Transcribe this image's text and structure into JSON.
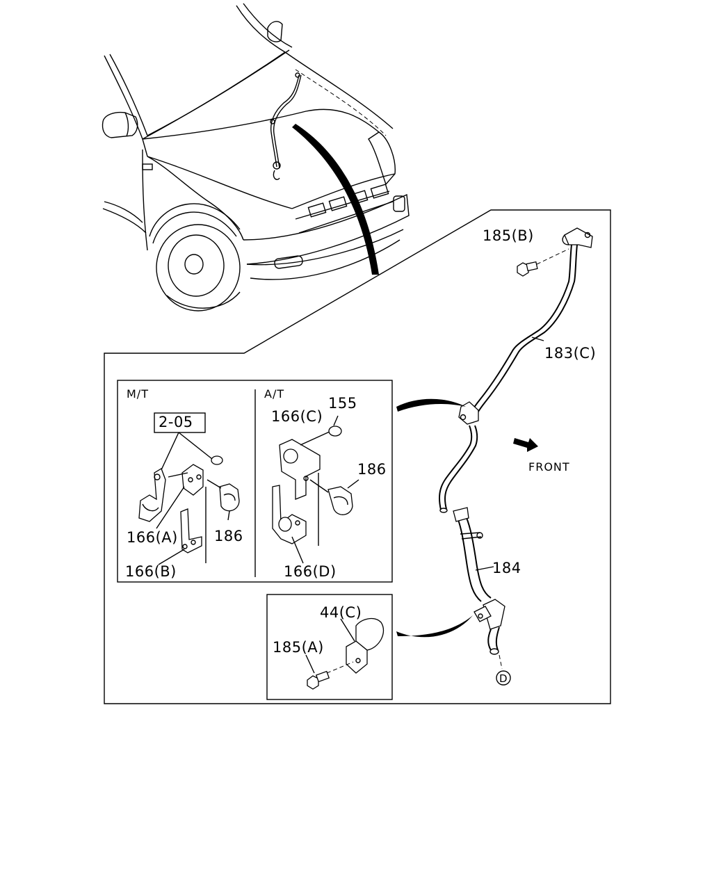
{
  "labels": {
    "bolt_top": "185(B)",
    "pipe_top": "183(C)",
    "front": "FRONT",
    "hose": "184",
    "connector": "D",
    "mt": "M/T",
    "at": "A/T",
    "ref_box": "2-05",
    "bracket_a": "166(A)",
    "bracket_b": "166(B)",
    "clip_mt": "186",
    "bracket_c": "166(C)",
    "nut": "155",
    "clip_at": "186",
    "bracket_d": "166(D)",
    "clamp": "44(C)",
    "bolt_bottom": "185(A)"
  },
  "icons": {
    "front_arrow": "front-direction-arrow-icon",
    "connector_circle": "circled-letter-d-icon"
  }
}
